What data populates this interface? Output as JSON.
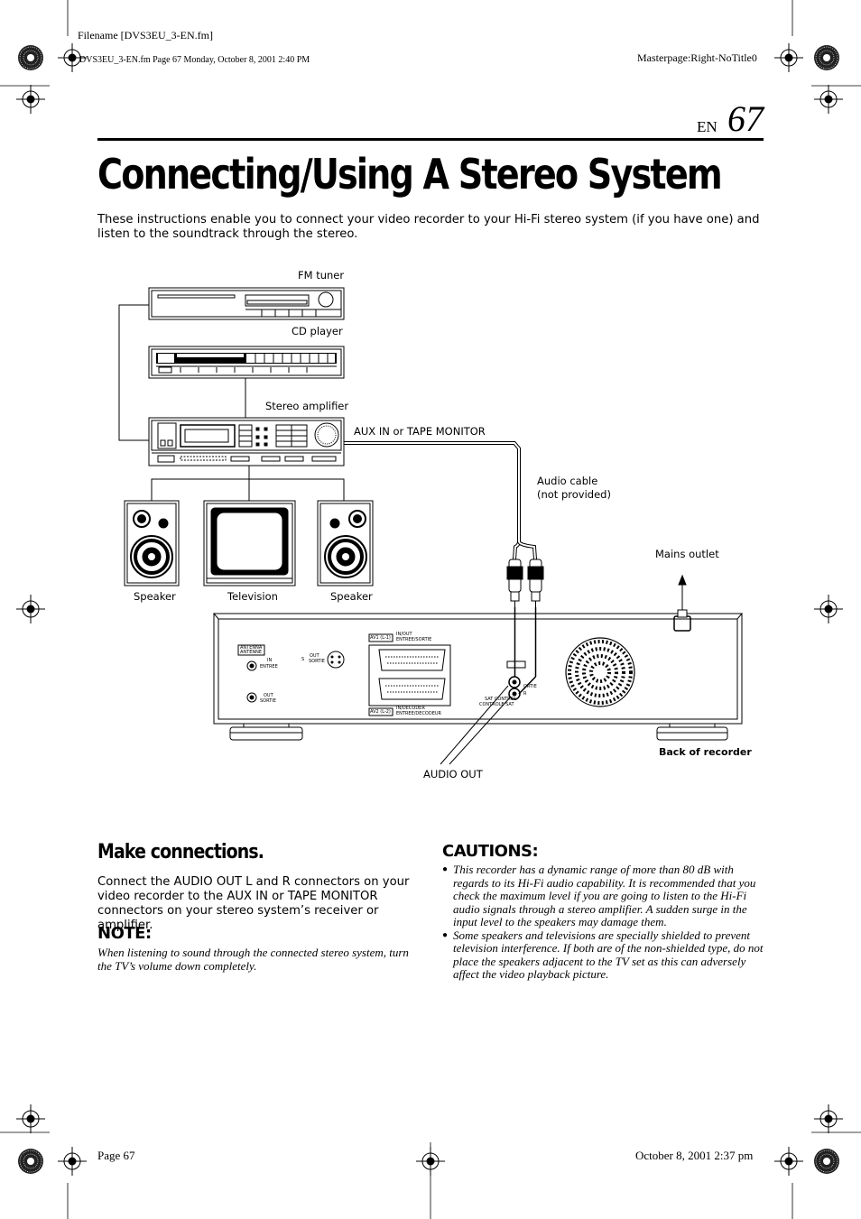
{
  "header": {
    "filename": "Filename [DVS3EU_3-EN.fm]",
    "fileinfo": "DVS3EU_3-EN.fm  Page 67  Monday, October 8, 2001  2:40 PM",
    "masterpage": "Masterpage:Right-NoTitle0",
    "lang": "EN",
    "page_number": "67"
  },
  "title": "Connecting/Using A Stereo System",
  "intro": "These instructions enable you to connect your video recorder to your Hi-Fi stereo system (if you have one) and listen to the soundtrack through the stereo.",
  "diagram": {
    "fm_tuner": "FM tuner",
    "cd_player": "CD player",
    "stereo_amplifier": "Stereo amplifier",
    "aux_in": "AUX IN or TAPE MONITOR",
    "audio_cable": "Audio cable",
    "not_provided": "(not provided)",
    "mains_outlet": "Mains outlet",
    "speaker_left": "Speaker",
    "television": "Television",
    "speaker_right": "Speaker",
    "back_of_recorder": "Back of recorder",
    "audio_out": "AUDIO OUT",
    "panel": {
      "antenna": "ANTENNA",
      "antenne": "ANTENNE",
      "in": "IN",
      "entree": "ENTREE",
      "out": "OUT",
      "sortie": "SORTIE",
      "s": "S",
      "out2": "OUT",
      "sortie2": "SORTIE",
      "av1": "AV1 (L-1)",
      "av1_desc1": "IN/OUT",
      "av1_desc2": "ENTREE/SORTIE",
      "av2": "AV2 (L-2)",
      "av2_desc1": "IN/DECODER",
      "av2_desc2": "ENTREE/DECODEUR",
      "sat1": "SAT CONTROL",
      "sat2": "CONTROLE SAT",
      "r": "R",
      "ortie": "ORTIE"
    }
  },
  "make_connections": {
    "heading": "Make connections.",
    "body": "Connect the AUDIO OUT L and R connectors on your video recorder to the AUX IN or TAPE MONITOR connectors on your stereo system’s receiver or amplifier."
  },
  "note": {
    "heading": "NOTE:",
    "text": "When listening to sound through the connected stereo system, turn the TV’s volume down completely."
  },
  "cautions": {
    "heading": "CAUTIONS:",
    "items": [
      "This recorder has a dynamic range of more than 80 dB with regards to its Hi-Fi audio capability. It is recommended that you check the maximum level if you are going to listen to the Hi-Fi audio signals through a stereo amplifier. A sudden surge in the input level to the speakers may damage them.",
      "Some speakers and televisions are specially shielded to prevent television interference. If both are of the non-shielded type, do not place the speakers adjacent to the TV set as this can adversely affect the video playback picture."
    ]
  },
  "footer": {
    "page": "Page 67",
    "date": "October 8, 2001 2:37 pm"
  }
}
